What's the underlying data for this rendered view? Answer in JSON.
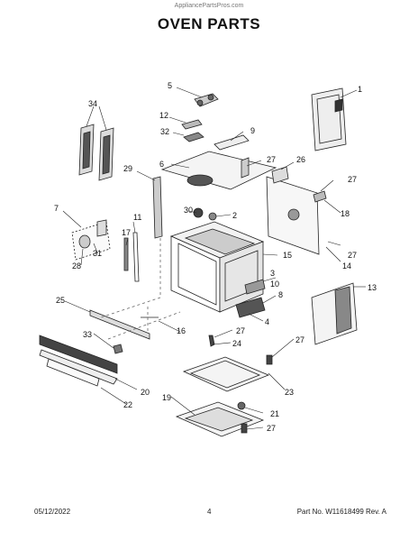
{
  "header": {
    "site": "AppliancePartsPros.com",
    "title": "OVEN PARTS"
  },
  "callouts": {
    "c1": "1",
    "c2": "2",
    "c3": "3",
    "c4": "4",
    "c5": "5",
    "c6": "6",
    "c7": "7",
    "c8": "8",
    "c9": "9",
    "c10": "10",
    "c11": "11",
    "c12": "12",
    "c13": "13",
    "c14": "14",
    "c15": "15",
    "c16": "16",
    "c17": "17",
    "c18": "18",
    "c19": "19",
    "c20": "20",
    "c21": "21",
    "c22": "22",
    "c23": "23",
    "c24": "24",
    "c25": "25",
    "c26": "26",
    "c27": "27",
    "c28": "28",
    "c29": "29",
    "c30": "30",
    "c31": "31",
    "c32": "32",
    "c33": "33",
    "c34": "34"
  },
  "footer": {
    "date": "05/12/2022",
    "page": "4",
    "part": "Part No. W11618499  Rev. A"
  }
}
